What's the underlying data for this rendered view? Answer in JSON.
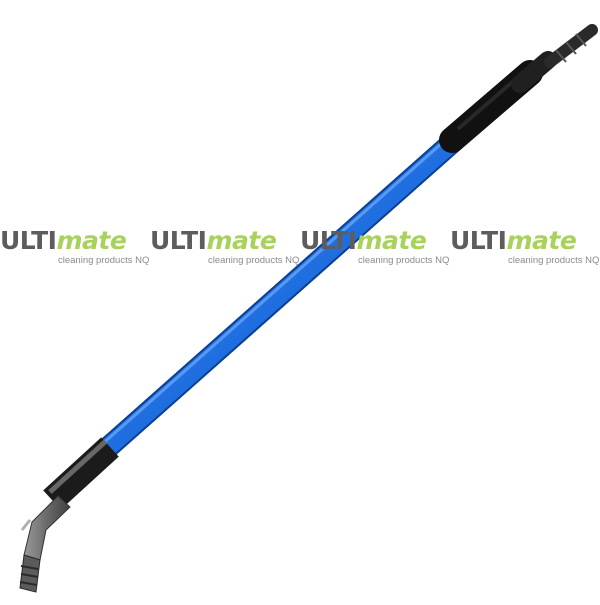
{
  "watermark": {
    "brand_part_1": "ULTI",
    "brand_part_2": "mate",
    "tagline": "cleaning products NQ",
    "colors": {
      "ulti": "#5d5d5d",
      "mate": "#a8d15e",
      "tagline": "#8a8a8a"
    }
  },
  "product": {
    "colors": {
      "shaft": "#1f6fe0",
      "grip": "#1b1b1b",
      "tip": "#6a6a6a"
    }
  }
}
